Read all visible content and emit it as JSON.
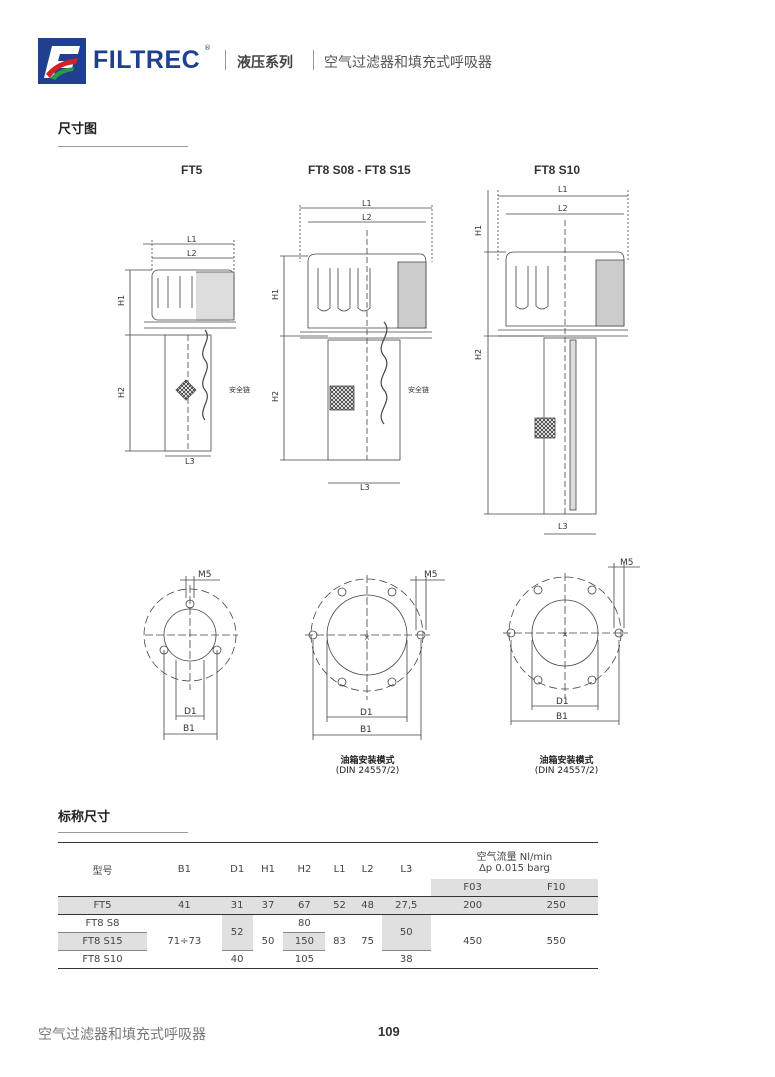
{
  "header": {
    "brand": "FILTREC",
    "series": "液压系列",
    "subtitle": "空气过滤器和填充式呼吸器"
  },
  "section1": {
    "title": "尺寸图"
  },
  "drawings": {
    "models": [
      "FT5",
      "FT8 S08 - FT8 S15",
      "FT8 S10"
    ],
    "dims": {
      "L1": "L1",
      "L2": "L2",
      "L3": "L3",
      "H1": "H1",
      "H2": "H2",
      "D1": "D1",
      "B1": "B1",
      "M5": "M5"
    },
    "chain_label": "安全链",
    "caption_title": "油箱安装模式",
    "caption_std": "(DIN 24557/2)"
  },
  "section2": {
    "title": "标称尺寸"
  },
  "table": {
    "headers": [
      "型号",
      "B1",
      "D1",
      "H1",
      "H2",
      "L1",
      "L2",
      "L3"
    ],
    "flow_header_1": "空气流量 Nl/min",
    "flow_header_2": "Δp 0.015 barg",
    "flow_sub": [
      "F03",
      "F10"
    ],
    "row_ft5": [
      "FT5",
      "41",
      "31",
      "37",
      "67",
      "52",
      "48",
      "27,5",
      "200",
      "250"
    ],
    "models_ft8": [
      "FT8 S8",
      "FT8 S15",
      "FT8 S10"
    ],
    "b1_ft8": "71÷73",
    "d1_ft8": [
      "52",
      "40"
    ],
    "h1_ft8": "50",
    "h2_ft8": [
      "80",
      "150",
      "105"
    ],
    "l1_ft8": "83",
    "l2_ft8": "75",
    "l3_ft8": [
      "50",
      "38"
    ],
    "f03_ft8": "450",
    "f10_ft8": "550"
  },
  "footer": {
    "left": "空气过滤器和填充式呼吸器",
    "page": "109"
  },
  "colors": {
    "brand_blue": "#1f3f8f",
    "logo_red": "#d42027",
    "logo_green": "#2a9a48"
  }
}
